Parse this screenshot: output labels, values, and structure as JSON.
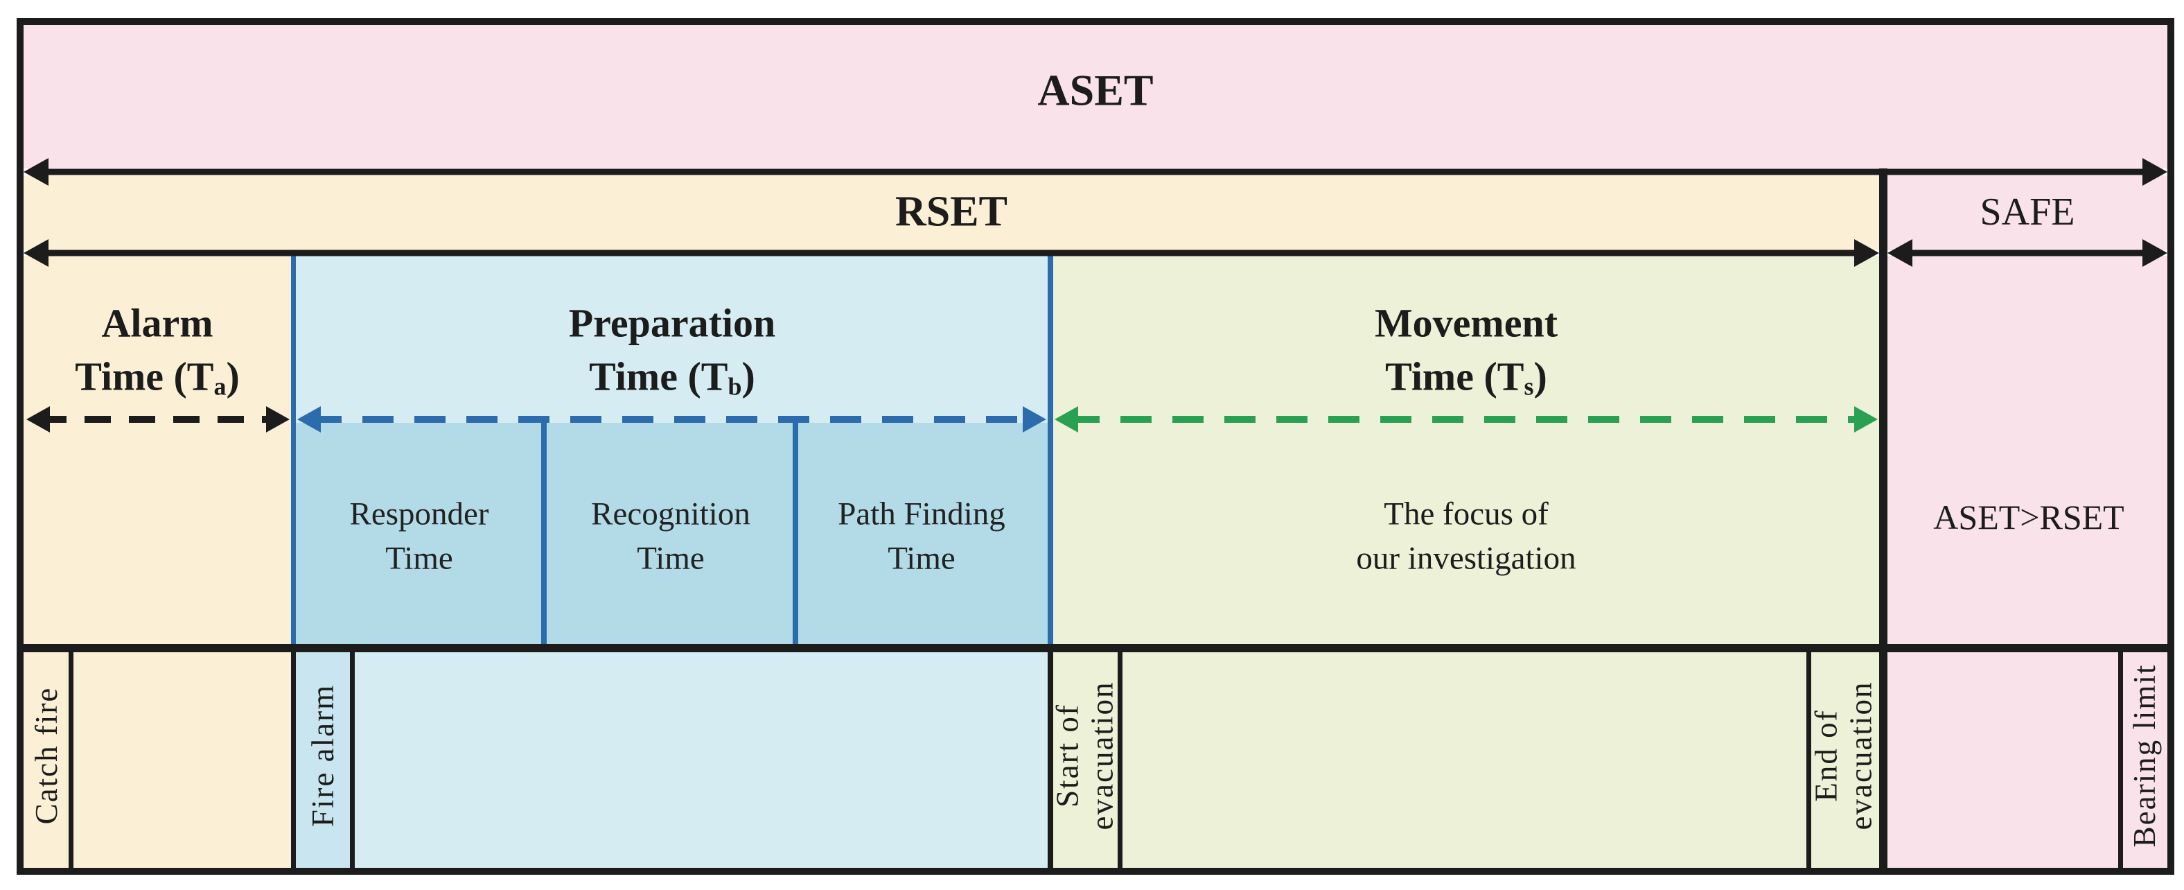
{
  "diagram": {
    "top_bands": {
      "aset_label": "ASET",
      "rset_label": "RSET",
      "safe_label": "SAFE"
    },
    "columns": {
      "alarm": {
        "line1": "Alarm",
        "line2_pre": "Time (T",
        "line2_sub": "a",
        "line2_post": ")"
      },
      "preparation": {
        "line1": "Preparation",
        "line2_pre": "Time (T",
        "line2_sub": "b",
        "line2_post": ")"
      },
      "movement": {
        "line1": "Movement",
        "line2_pre": "Time (T",
        "line2_sub": "s",
        "line2_post": ")"
      }
    },
    "sub_boxes": [
      {
        "line1": "Responder",
        "line2": "Time"
      },
      {
        "line1": "Recognition",
        "line2": "Time"
      },
      {
        "line1": "Path Finding",
        "line2": "Time"
      }
    ],
    "movement_note": {
      "line1": "The focus of",
      "line2": "our investigation"
    },
    "safe_note": "ASET>RSET",
    "milestones": [
      {
        "line1": "Catch fire"
      },
      {
        "line1": "Fire alarm"
      },
      {
        "line1": "Start of",
        "line2": "evacuation"
      },
      {
        "line1": "End of",
        "line2": "evacuation"
      },
      {
        "line1": "Bearing limit"
      }
    ],
    "colors": {
      "pink": "#f9e2e9",
      "cream": "#fbf0d5",
      "light_blue": "#d6ecf3",
      "box_blue": "#b2dbe7",
      "fire_alarm_blue": "#c9e6f0",
      "green": "#ecf1d7",
      "line_blue": "#2a6cac",
      "dash_blue": "#2d6cac",
      "dash_green": "#2aa152",
      "black": "#1c1c1c"
    }
  }
}
